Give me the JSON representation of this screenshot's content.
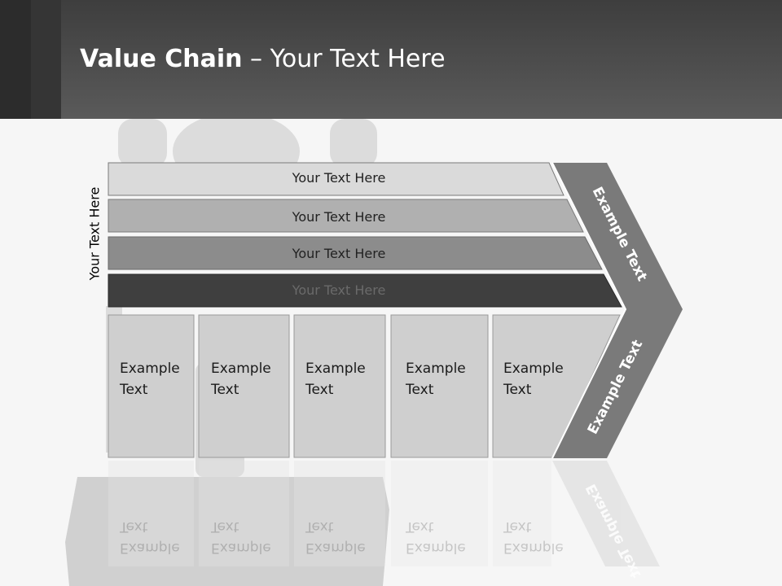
{
  "header": {
    "title_bold": "Value Chain",
    "title_rest": " – Your Text Here"
  },
  "side_label": "Your Text Here",
  "bars": [
    {
      "label": "Your Text Here"
    },
    {
      "label": "Your Text Here"
    },
    {
      "label": "Your Text Here"
    },
    {
      "label": "Your Text Here"
    }
  ],
  "boxes": [
    {
      "line1": "Example",
      "line2": "Text"
    },
    {
      "line1": "Example",
      "line2": "Text"
    },
    {
      "line1": "Example",
      "line2": "Text"
    },
    {
      "line1": "Example",
      "line2": "Text"
    },
    {
      "line1": "Example",
      "line2": "Text"
    }
  ],
  "arrow": {
    "upper_label": "Example Text",
    "lower_label": "Example Text"
  },
  "colors": {
    "header": "#4a4a4a",
    "bar_1": "#dadada",
    "bar_2": "#b0b0b0",
    "bar_3": "#8c8c8c",
    "bar_4": "#3f3f3f",
    "boxes": "#cfcfcf",
    "arrow": "#7a7a7a"
  }
}
